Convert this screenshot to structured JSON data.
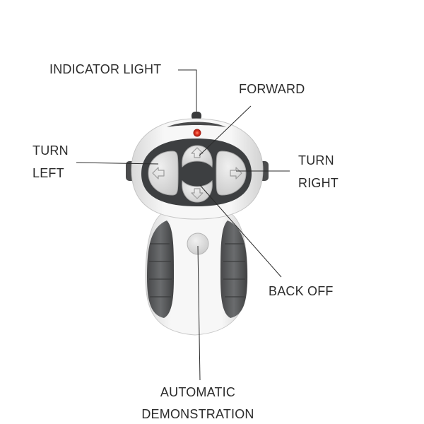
{
  "labels": {
    "indicator_light": "INDICATOR LIGHT",
    "forward": "FORWARD",
    "turn_left": [
      "TURN",
      "LEFT"
    ],
    "turn_right": [
      "TURN",
      "RIGHT"
    ],
    "back_off": "BACK OFF",
    "automatic_demonstration": [
      "AUTOMATIC",
      "DEMONSTRATION"
    ]
  },
  "colors": {
    "body_white": "#f4f4f4",
    "grip_dark": "#5a5c5e",
    "face_dark": "#3d3f41",
    "button_grey": "#d6d6d6",
    "indicator_red": "#e0301e",
    "leader_line": "#2b2b2b"
  },
  "icons": {
    "forward_button": "arrow-up-icon",
    "back_button": "arrow-down-icon",
    "left_button": "arrow-left-icon",
    "right_button": "arrow-right-icon",
    "demo_button": "circle-button-icon"
  }
}
